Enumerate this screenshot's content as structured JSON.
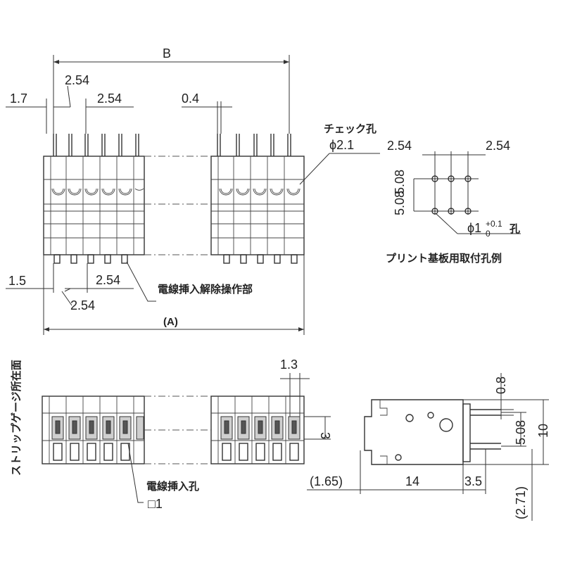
{
  "labels": {
    "B": "B",
    "A": "(A)",
    "pitch_top": "2.54",
    "pitch_top2": "2.54",
    "edge_top": "1.7",
    "pin_width": "0.4",
    "check_hole": "チェック孔",
    "check_dia": "ϕ2.1",
    "edge_bottom": "1.5",
    "pitch_bottom": "2.54",
    "pitch_bottom2": "2.54",
    "release_part": "電線挿入解除操作部",
    "pcb_pitch_left": "2.54",
    "pcb_pitch_right": "2.54",
    "pcb_row1": "5.08",
    "pcb_row2": "5.08",
    "pcb_hole": "ϕ1",
    "pcb_tol_plus": "+0.1",
    "pcb_tol_minus": "0",
    "pcb_hole_suffix": "孔",
    "pcb_title": "プリント基板用取付孔例",
    "strip_gauge": "ストリップゲージ所在面",
    "wire_hole": "電線挿入孔",
    "wire_hole_size": "□1",
    "front_pitch": "1.3",
    "front_height": "3",
    "side_0_8": "0.8",
    "side_5_08": "5.08",
    "side_10": "10",
    "side_1_65": "(1.65)",
    "side_14": "14",
    "side_3_5": "3.5",
    "side_2_71": "(2.71)"
  }
}
